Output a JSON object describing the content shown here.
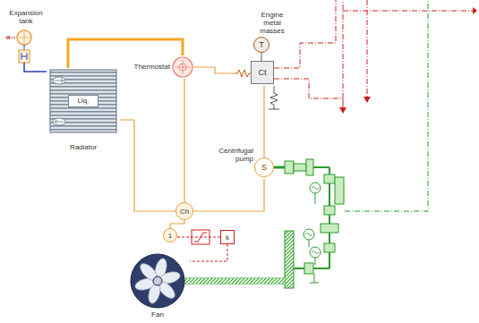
{
  "diagram": {
    "nodes": [
      {
        "text": [
          "Expansion tank"
        ]
      },
      {
        "text": [
          "Radiator",
          "Liq."
        ]
      },
      {
        "text": [
          "Thermostat"
        ]
      },
      {
        "text": [
          "Engine metal masses",
          "Ct"
        ]
      },
      {
        "text": [
          "T"
        ]
      },
      {
        "text": [
          "Centrifugal pump",
          "S"
        ]
      },
      {
        "text": [
          "Ch"
        ]
      },
      {
        "text": [
          "1"
        ]
      },
      {
        "text": [
          "k"
        ]
      },
      {
        "text": [
          "Fan"
        ]
      }
    ],
    "edges": [
      {
        "from": 0,
        "to": 1,
        "arrow": "none"
      },
      {
        "from": 2,
        "to": 1,
        "arrow": "none"
      },
      {
        "from": 2,
        "to": 3,
        "arrow": "none"
      },
      {
        "from": 3,
        "to": 5,
        "arrow": "none"
      },
      {
        "from": 1,
        "to": 6,
        "arrow": "none"
      },
      {
        "from": 2,
        "to": 6,
        "arrow": "none"
      },
      {
        "from": 6,
        "to": 5,
        "arrow": "none"
      },
      {
        "from": 6,
        "to": 7,
        "arrow": "none"
      },
      {
        "from": 7,
        "to": 8,
        "arrow": "none"
      },
      {
        "from": 8,
        "to": 9,
        "arrow": "none"
      }
    ]
  }
}
